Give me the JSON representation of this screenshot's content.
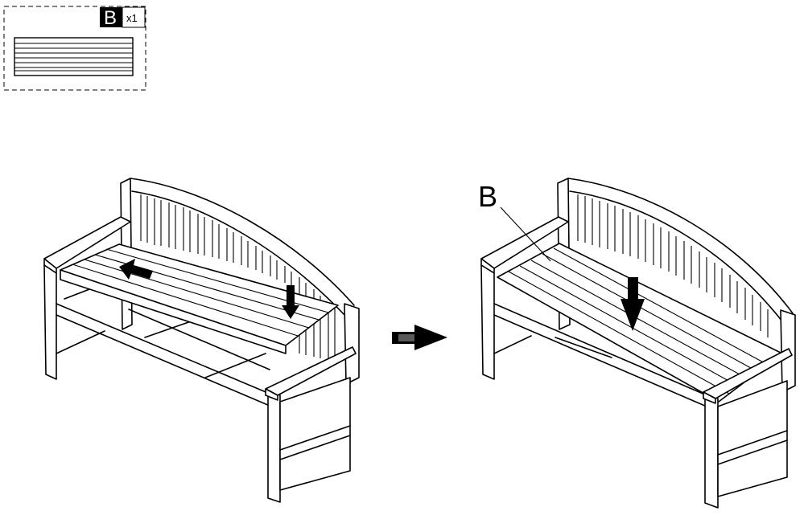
{
  "parts_box": {
    "part_letter": "B",
    "quantity": "x1"
  },
  "callout": {
    "letter": "B"
  },
  "colors": {
    "ink": "#000000",
    "paper": "#ffffff"
  },
  "icons": [
    "rotate-arrow-icon",
    "down-arrow-icon",
    "step-arrow-icon"
  ]
}
